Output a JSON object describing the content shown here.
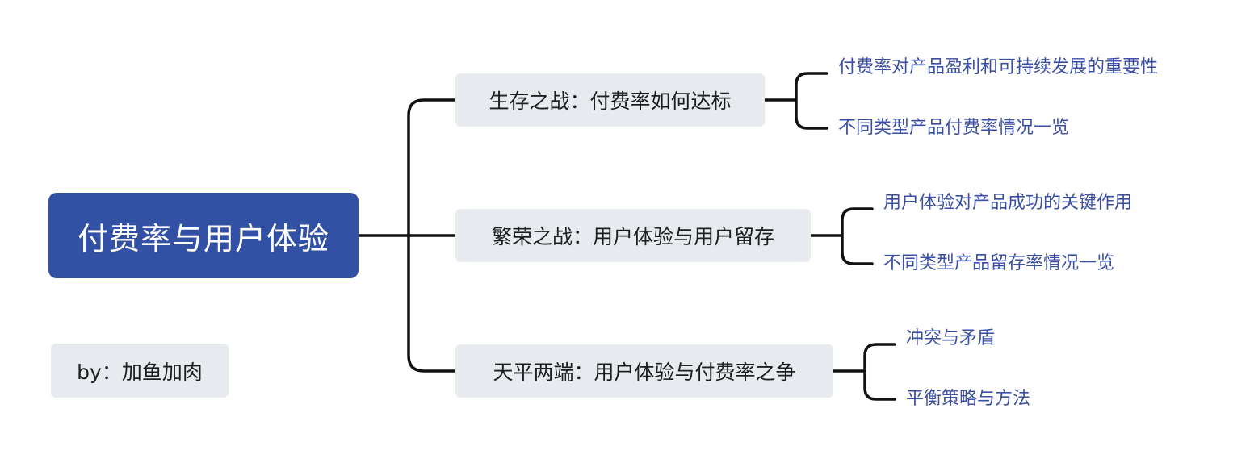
{
  "root": {
    "title": "付费率与用户体验"
  },
  "branches": [
    {
      "title": "生存之战：付费率如何达标",
      "children": [
        "付费率对产品盈利和可持续发展的重要性",
        "不同类型产品付费率情况一览"
      ]
    },
    {
      "title": "繁荣之战：用户体验与用户留存",
      "children": [
        "用户体验对产品成功的关键作用",
        "不同类型产品留存率情况一览"
      ]
    },
    {
      "title": "天平两端：用户体验与付费率之争",
      "children": [
        "冲突与矛盾",
        "平衡策略与方法"
      ]
    }
  ],
  "author": "by：加鱼加肉",
  "colors": {
    "root_bg": "#3250a4",
    "branch_bg": "#e7eaee",
    "leaf_text": "#3a4fa3",
    "connector": "#111111"
  }
}
